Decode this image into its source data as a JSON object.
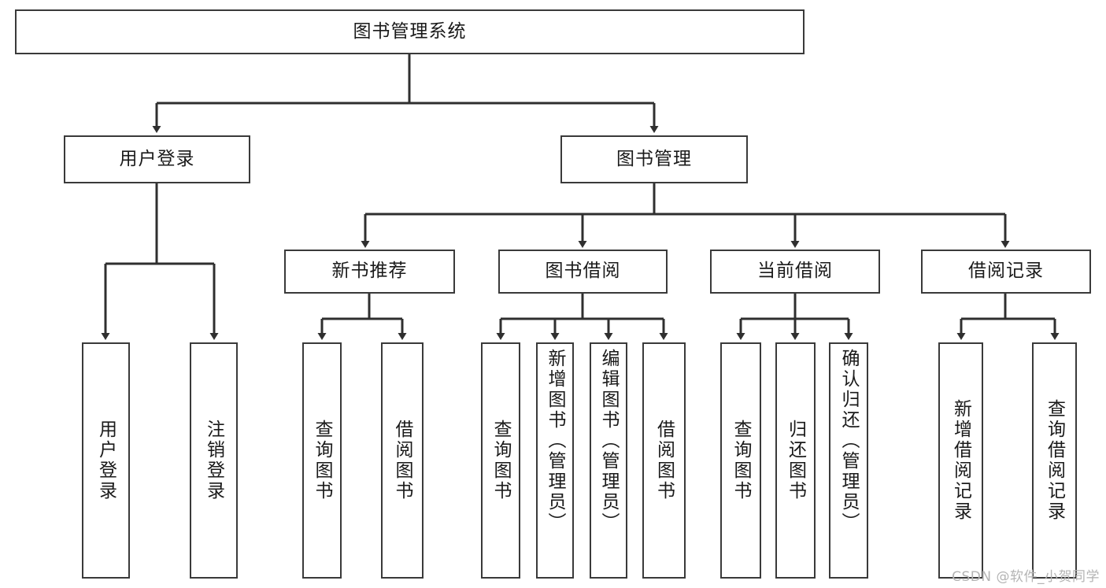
{
  "diagram": {
    "title": "图书管理系统",
    "type": "hierarchy-tree",
    "watermark": "CSDN @软件_小贺同学",
    "colors": {
      "box_border": "#3a3a3a",
      "box_fill": "#ffffff",
      "connector": "#2f2f2f",
      "text": "#1a1a1a",
      "watermark": "#b4b4b4"
    },
    "levels": {
      "level0": [
        {
          "id": "root",
          "label": "图书管理系统"
        }
      ],
      "level1": [
        {
          "id": "login",
          "label": "用户登录"
        },
        {
          "id": "bookmgmt",
          "label": "图书管理"
        }
      ],
      "level2": [
        {
          "id": "newbook",
          "label": "新书推荐"
        },
        {
          "id": "borrow",
          "label": "图书借阅"
        },
        {
          "id": "current",
          "label": "当前借阅"
        },
        {
          "id": "record",
          "label": "借阅记录"
        }
      ],
      "level3": [
        {
          "id": "leaf-user-login",
          "label": "用户登录",
          "parent": "login"
        },
        {
          "id": "leaf-logout",
          "label": "注销登录",
          "parent": "login"
        },
        {
          "id": "leaf-query-book-1",
          "label": "查询图书",
          "parent": "newbook"
        },
        {
          "id": "leaf-borrow-book-1",
          "label": "借阅图书",
          "parent": "newbook"
        },
        {
          "id": "leaf-query-book-2",
          "label": "查询图书",
          "parent": "borrow"
        },
        {
          "id": "leaf-add-book",
          "label": "新增图书（管理员）",
          "parent": "borrow"
        },
        {
          "id": "leaf-edit-book",
          "label": "编辑图书（管理员）",
          "parent": "borrow"
        },
        {
          "id": "leaf-borrow-book-2",
          "label": "借阅图书",
          "parent": "borrow"
        },
        {
          "id": "leaf-query-book-3",
          "label": "查询图书",
          "parent": "current"
        },
        {
          "id": "leaf-return-book",
          "label": "归还图书",
          "parent": "current"
        },
        {
          "id": "leaf-confirm-return",
          "label": "确认归还（管理员）",
          "parent": "current"
        },
        {
          "id": "leaf-add-record",
          "label": "新增借阅记录",
          "parent": "record"
        },
        {
          "id": "leaf-query-record",
          "label": "查询借阅记录",
          "parent": "record"
        }
      ]
    }
  }
}
